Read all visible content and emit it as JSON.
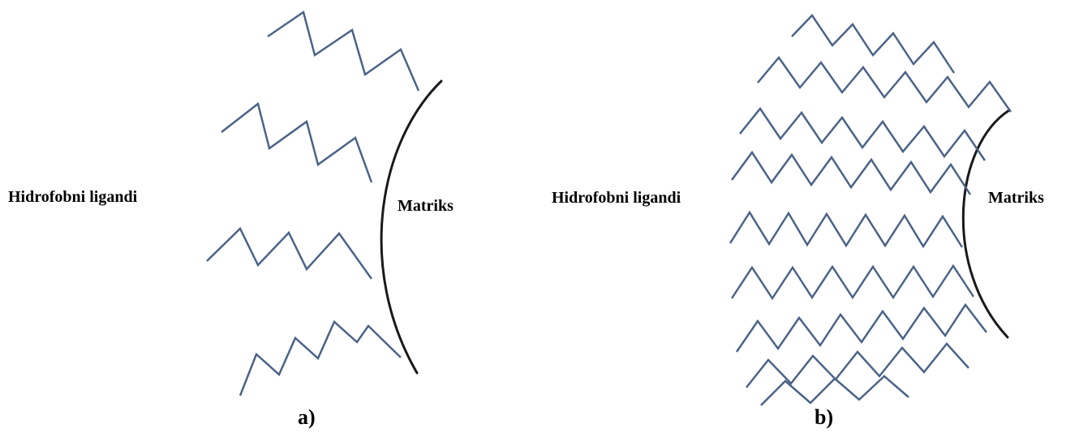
{
  "panels": {
    "a": {
      "ligand_label": "Hidrofobni ligandi",
      "matrix_label": "Matriks",
      "caption": "a)"
    },
    "b": {
      "ligand_label": "Hidrofobni ligandi",
      "matrix_label": "Matriks",
      "caption": "b)"
    }
  },
  "colors": {
    "ligand": "#4a6388",
    "matrix": "#1a1a1a",
    "text": "#000000"
  }
}
